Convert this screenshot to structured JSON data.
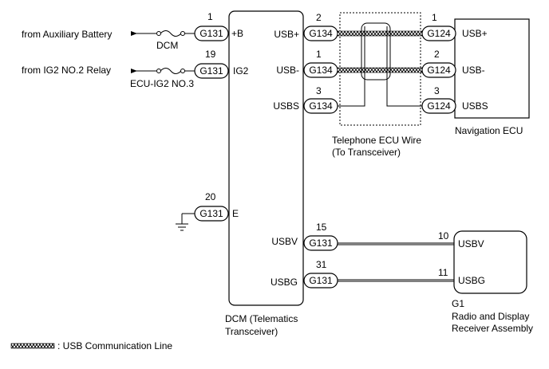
{
  "sources": {
    "aux_battery": "from Auxiliary Battery",
    "ig2_relay": "from IG2 NO.2 Relay"
  },
  "fuses": {
    "dcm": "DCM",
    "ecu_ig2": "ECU-IG2 NO.3"
  },
  "dcm": {
    "label_line1": "DCM (Telematics",
    "label_line2": "Transceiver)",
    "left_terminals": [
      {
        "pin": "1",
        "connector": "G131",
        "name": "+B"
      },
      {
        "pin": "19",
        "connector": "G131",
        "name": "IG2"
      },
      {
        "pin": "20",
        "connector": "G131",
        "name": "E"
      }
    ],
    "right_terminals": [
      {
        "pin": "2",
        "connector": "G134",
        "name": "USB+"
      },
      {
        "pin": "1",
        "connector": "G134",
        "name": "USB-"
      },
      {
        "pin": "3",
        "connector": "G134",
        "name": "USBS"
      },
      {
        "pin": "15",
        "connector": "G131",
        "name": "USBV"
      },
      {
        "pin": "31",
        "connector": "G131",
        "name": "USBG"
      }
    ]
  },
  "wire_harness": {
    "label_line1": "Telephone ECU Wire",
    "label_line2": "(To Transceiver)"
  },
  "navigation_ecu": {
    "label": "Navigation ECU",
    "terminals": [
      {
        "pin": "1",
        "connector": "G124",
        "name": "USB+"
      },
      {
        "pin": "2",
        "connector": "G124",
        "name": "USB-"
      },
      {
        "pin": "3",
        "connector": "G124",
        "name": "USBS"
      }
    ]
  },
  "radio": {
    "code": "G1",
    "label_line1": "Radio and Display",
    "label_line2": "Receiver Assembly",
    "terminals": [
      {
        "pin": "10",
        "name": "USBV"
      },
      {
        "pin": "11",
        "name": "USBG"
      }
    ]
  },
  "legend": {
    "label": ": USB Communication Line"
  }
}
